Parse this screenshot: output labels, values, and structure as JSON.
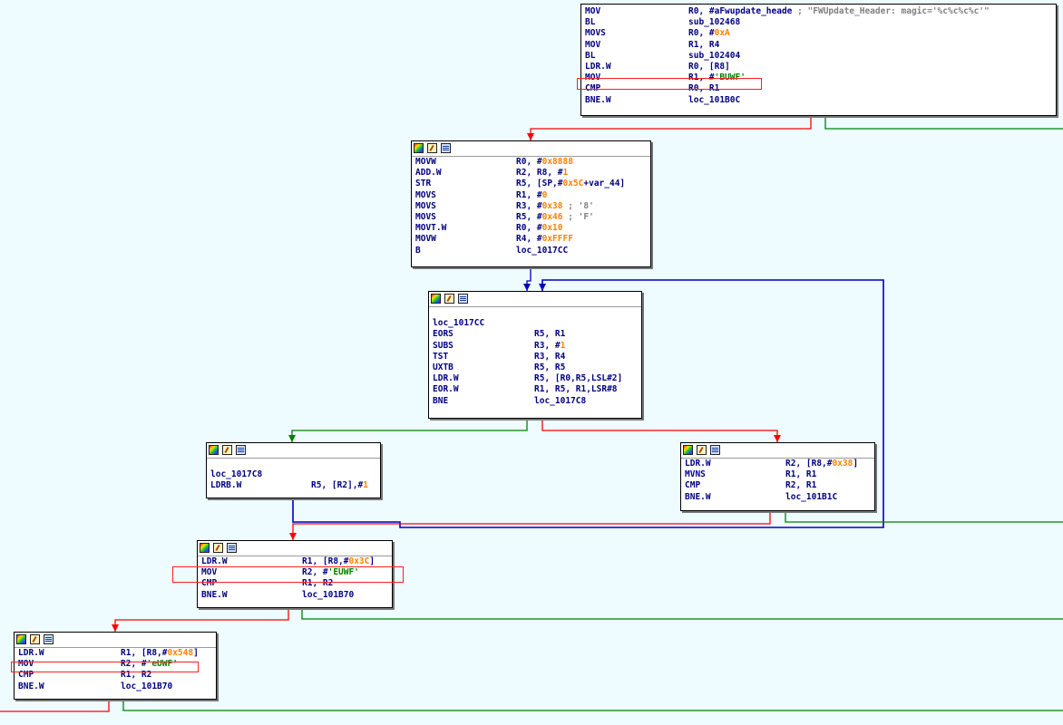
{
  "colors": {
    "background": "#eefbff",
    "mnemonic": "#000080",
    "number": "#ff8000",
    "string": "#008000",
    "comment": "#808080",
    "edge_false": "#ff0000",
    "edge_true": "#008000",
    "edge_jump": "#0000c0",
    "highlight": "#ff2020"
  },
  "header_icons": [
    "color-palette-icon",
    "edit-title-icon",
    "grid-view-icon"
  ],
  "node1": {
    "rows": [
      {
        "m": "MOV",
        "o": "R0, #aFwupdate_heade",
        "c": " ; \"FWUpdate_Header: magic='%c%c%c%c'\""
      },
      {
        "m": "BL",
        "o": "sub_102468"
      },
      {
        "m": "MOVS",
        "o": "R0, #",
        "n": "0xA"
      },
      {
        "m": "MOV",
        "o": "R1, R4"
      },
      {
        "m": "BL",
        "o": "sub_102404"
      },
      {
        "m": "LDR.W",
        "o": "R0, [R8]"
      },
      {
        "m": "MOV",
        "o": "R1, #",
        "s": "'BUWF'"
      },
      {
        "m": "CMP",
        "o": "R0, R1"
      },
      {
        "m": "BNE.W",
        "o": "loc_101B0C"
      }
    ]
  },
  "node2": {
    "rows": [
      {
        "m": "MOVW",
        "o": "R0, #",
        "n": "0x8888"
      },
      {
        "m": "ADD.W",
        "o": "R2, R8, #",
        "n": "1"
      },
      {
        "m": "STR",
        "o": "R5, [SP,#",
        "n": "0x5C",
        "o2": "+var_44]"
      },
      {
        "m": "MOVS",
        "o": "R1, #",
        "n": "0"
      },
      {
        "m": "MOVS",
        "o": "R3, #",
        "n": "0x38",
        "c": " ; '8'"
      },
      {
        "m": "MOVS",
        "o": "R5, #",
        "n": "0x46",
        "c": " ; 'F'"
      },
      {
        "m": "MOVT.W",
        "o": "R0, #",
        "n": "0x10"
      },
      {
        "m": "MOVW",
        "o": "R4, #",
        "n": "0xFFFF"
      },
      {
        "m": "B",
        "o": "loc_1017CC"
      }
    ]
  },
  "node3": {
    "label": "loc_1017CC",
    "rows": [
      {
        "m": "EORS",
        "o": "R5, R1"
      },
      {
        "m": "SUBS",
        "o": "R3, #",
        "n": "1"
      },
      {
        "m": "TST",
        "o": "R3, R4"
      },
      {
        "m": "UXTB",
        "o": "R5, R5"
      },
      {
        "m": "LDR.W",
        "o": "R5, [R0,R5,LSL#2]"
      },
      {
        "m": "EOR.W",
        "o": "R1, R5, R1,LSR#8"
      },
      {
        "m": "BNE",
        "o": "loc_1017C8"
      }
    ]
  },
  "node4": {
    "label": "loc_1017C8",
    "rows": [
      {
        "m": "LDRB.W",
        "o": "R5, [R2],#",
        "n": "1"
      }
    ]
  },
  "node5": {
    "rows": [
      {
        "m": "LDR.W",
        "o": "R2, [R8,#",
        "n": "0x38",
        "o2": "]"
      },
      {
        "m": "MVNS",
        "o": "R1, R1"
      },
      {
        "m": "CMP",
        "o": "R2, R1"
      },
      {
        "m": "BNE.W",
        "o": "loc_101B1C"
      }
    ]
  },
  "node6": {
    "rows": [
      {
        "m": "LDR.W",
        "o": "R1, [R8,#",
        "n": "0x3C",
        "o2": "]"
      },
      {
        "m": "MOV",
        "o": "R2, #",
        "s": "'EUWF'"
      },
      {
        "m": "CMP",
        "o": "R1, R2"
      },
      {
        "m": "BNE.W",
        "o": "loc_101B70"
      }
    ]
  },
  "node7": {
    "rows": [
      {
        "m": "LDR.W",
        "o": "R1, [R8,#",
        "n": "0x548",
        "o2": "]"
      },
      {
        "m": "MOV",
        "o": "R2, #",
        "s": "'eUWF'"
      },
      {
        "m": "CMP",
        "o": "R1, R2"
      },
      {
        "m": "BNE.W",
        "o": "loc_101B70"
      }
    ]
  }
}
